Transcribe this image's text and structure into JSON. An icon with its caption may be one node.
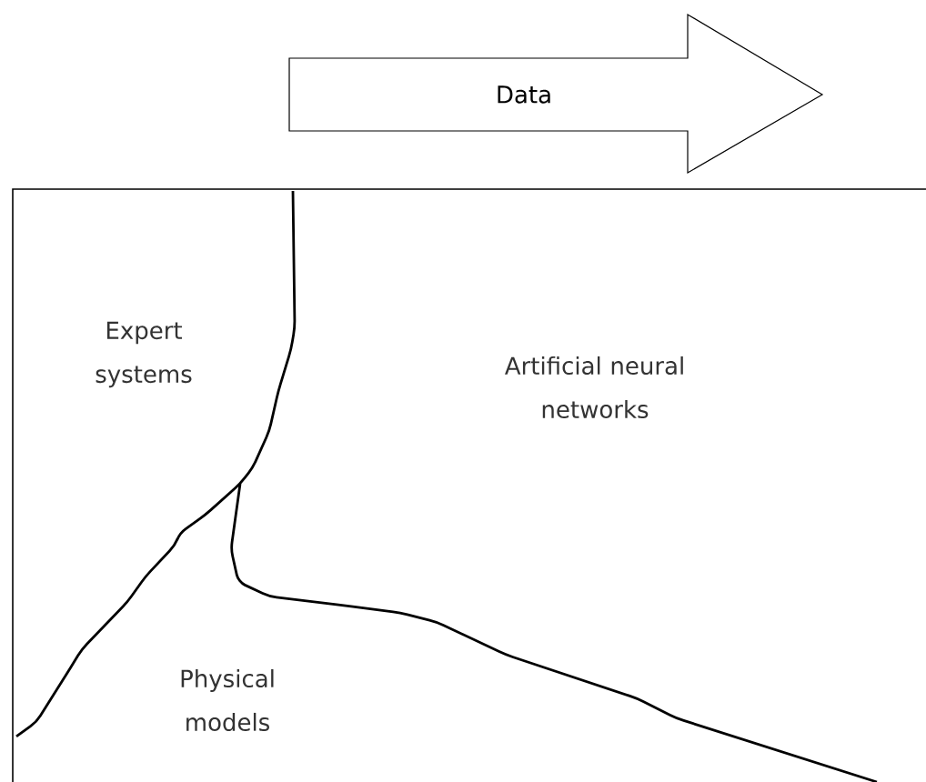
{
  "diagram": {
    "nodes": [
      {
        "text": [
          "Data"
        ]
      }
    ],
    "labels": [
      "Expert systems",
      "Artificial neural networks",
      "Physical models"
    ]
  }
}
